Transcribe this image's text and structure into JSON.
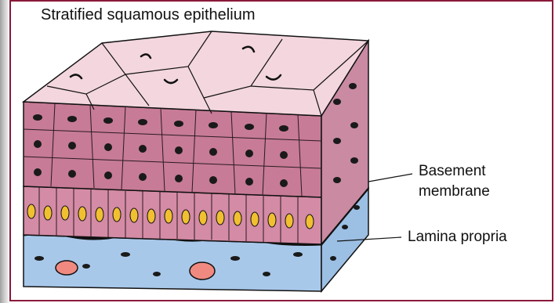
{
  "title": "Stratified squamous epithelium",
  "labels": {
    "basement_line1": "Basement",
    "basement_line2": "membrane",
    "lamina": "Lamina propria"
  },
  "colors": {
    "frame": "#8a1a3a",
    "top_surface": "#f3d6de",
    "upper_layers": "#c77b96",
    "basal_layer": "#d48ba5",
    "lamina_propria": "#a8c8ea",
    "nucleus_dark": "#1a1a1a",
    "nucleus_yellow": "#f0c030",
    "capillary": "#f08a80"
  }
}
